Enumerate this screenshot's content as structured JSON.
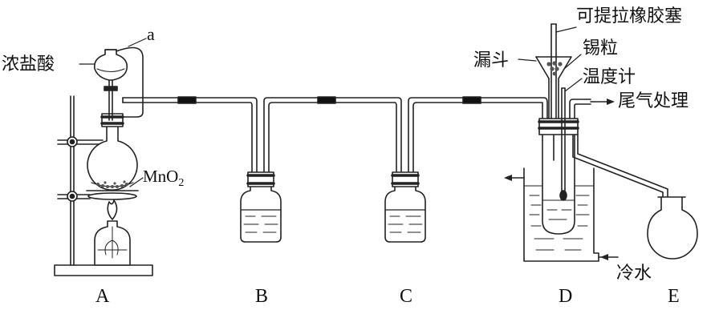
{
  "labels": {
    "a": "a",
    "conc_hcl": "浓盐酸",
    "mno2_main": "MnO",
    "mno2_sub": "2",
    "rubber_stopper": "可提拉橡胶塞",
    "funnel": "漏斗",
    "tin_granules": "锡粒",
    "thermometer": "温度计",
    "tail_gas": "尾气处理",
    "cold_water": "冷水"
  },
  "apparatus": [
    "A",
    "B",
    "C",
    "D",
    "E"
  ]
}
